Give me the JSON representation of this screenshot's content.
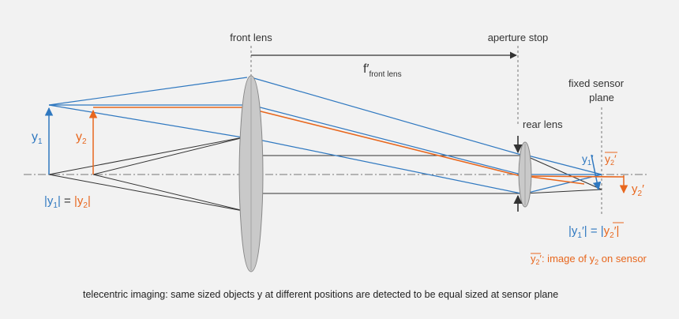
{
  "labels": {
    "front_lens": "front lens",
    "aperture_stop": "aperture stop",
    "focal_f": "f′",
    "focal_sub": "front lens",
    "fixed_sensor_1": "fixed sensor",
    "fixed_sensor_2": "plane",
    "rear_lens": "rear lens",
    "y1": "y",
    "y1_sub": "1",
    "y2": "y",
    "y2_sub": "2",
    "eq_left_1": "|y",
    "eq_left_1_sub": "1",
    "eq_left_1_end": "|",
    "eq_left_eq": " = ",
    "eq_left_2": "|y",
    "eq_left_2_sub": "2",
    "eq_left_2_end": "|",
    "y1p": "y",
    "y1p_sub": "1",
    "y1p_prime": "′",
    "y2p_bar": "y",
    "y2p_bar_sub": "2",
    "y2p_bar_prime": "′",
    "y2p": "y",
    "y2p_sub": "2",
    "y2p_prime": "′",
    "eq_right_1": "|y",
    "eq_right_1_sub": "1",
    "eq_right_1_end": "′| = |",
    "eq_right_2": "y",
    "eq_right_2_sub": "2",
    "eq_right_2_end": "′|",
    "legend_bar": "y",
    "legend_bar_sub": "2",
    "legend_rest": "′: image of y",
    "legend_sub": "2",
    "legend_end": " on sensor",
    "caption": "telecentric imaging: same sized objects y at different positions are detected to be equal sized at sensor plane"
  },
  "colors": {
    "blue": "#2f78c0",
    "orange": "#e8671e",
    "dark": "#333333",
    "lens_fill": "#c9c9c9",
    "lens_stroke": "#888888",
    "axis": "#777777"
  }
}
